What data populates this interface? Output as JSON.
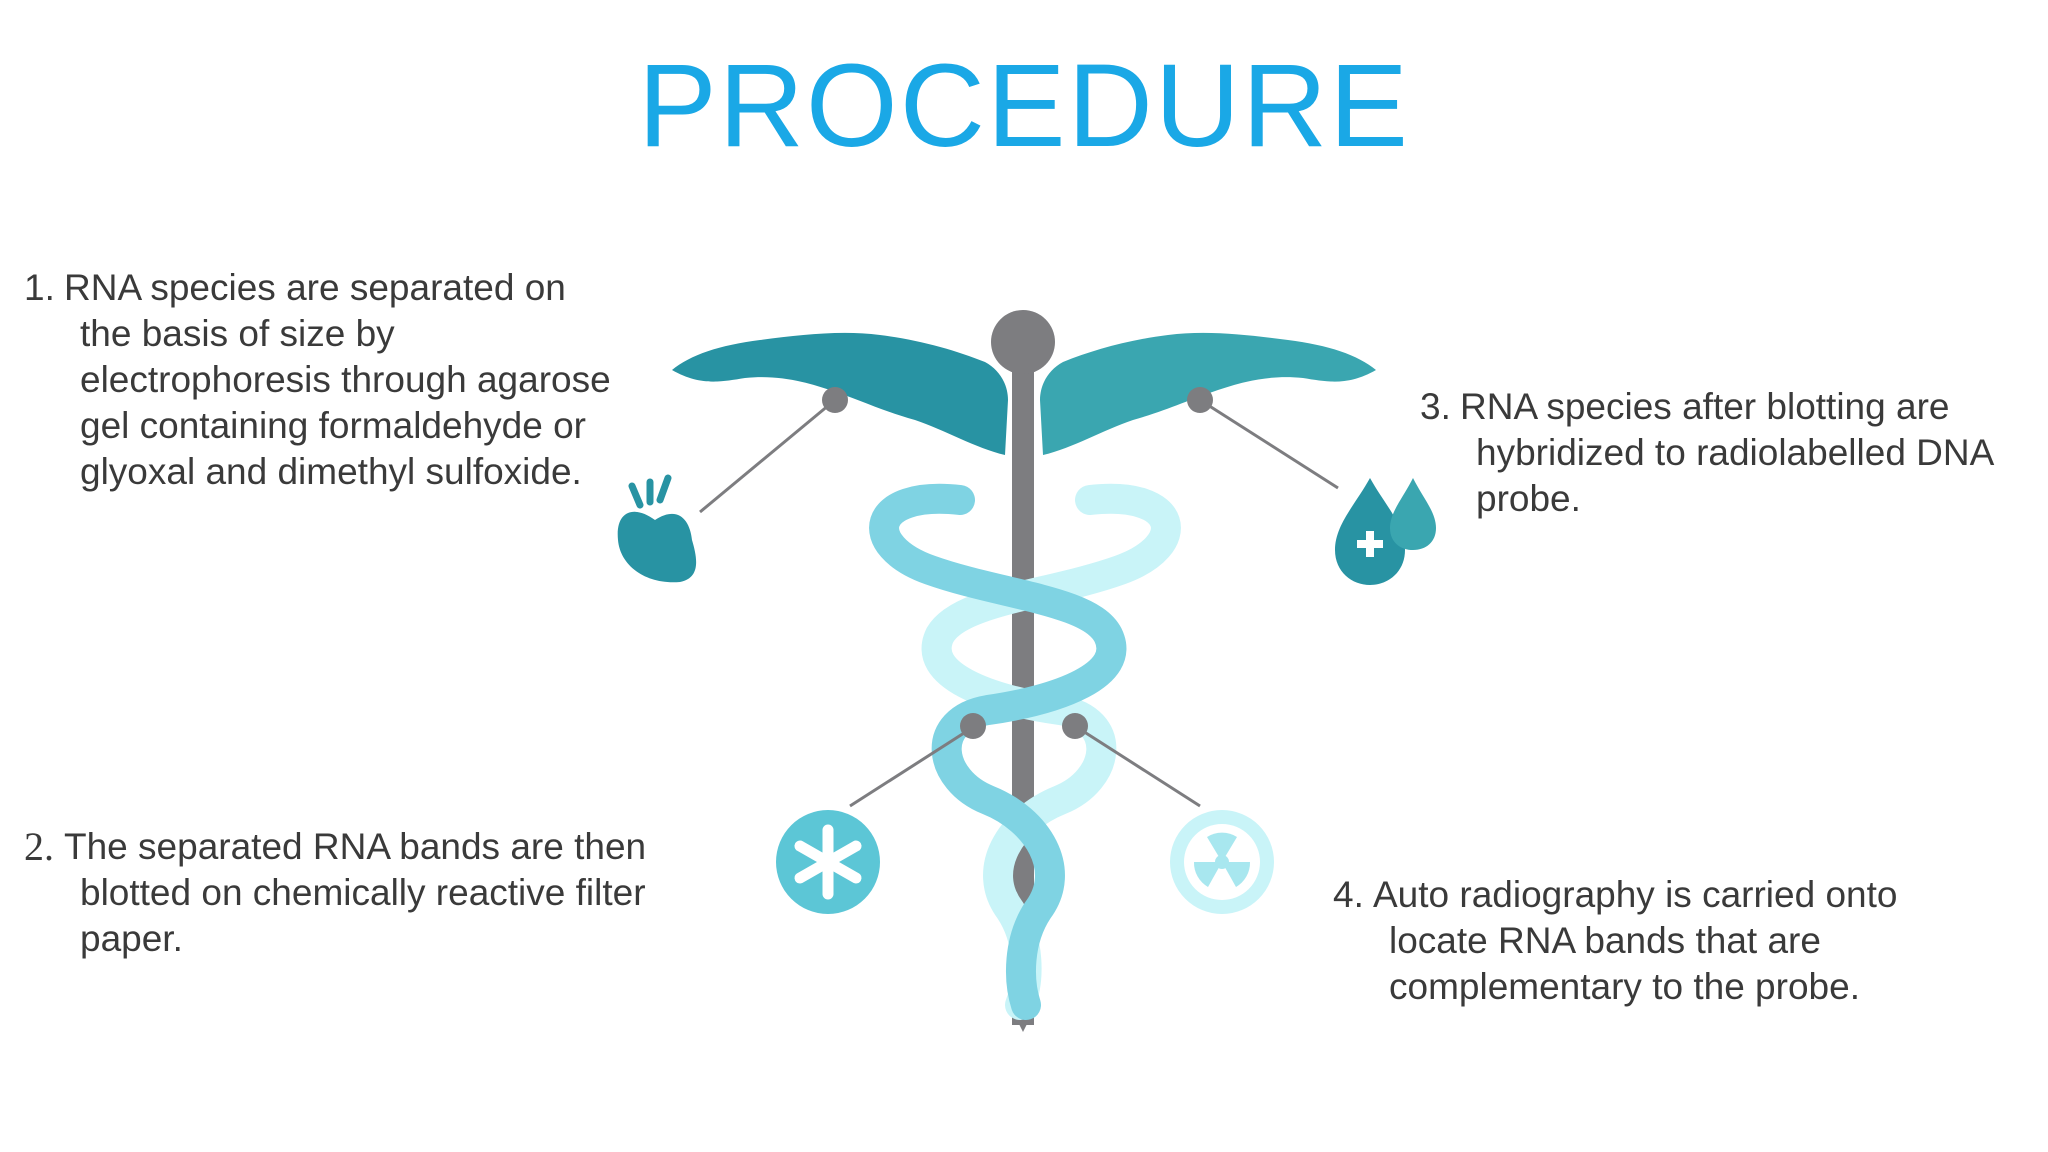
{
  "title": "PROCEDURE",
  "steps": [
    {
      "num": "1.",
      "text": "RNA species are separated on the basis of size by electrophoresis through agarose gel containing formaldehyde or glyoxal and dimethyl sulfoxide."
    },
    {
      "num": "2.",
      "text": "The separated RNA bands are then blotted on  chemically reactive filter paper."
    },
    {
      "num": "3.",
      "text": "RNA species after blotting are hybridized to radiolabelled  DNA probe."
    },
    {
      "num": "4.",
      "text": "Auto radiography is carried onto locate RNA bands that  are complementary to the probe."
    }
  ],
  "icons": [
    "heart-icon",
    "blood-drop-icon",
    "asterisk-icon",
    "radiation-icon",
    "caduceus-icon"
  ],
  "colors": {
    "title": "#1aa8e6",
    "text": "#3a3a3a",
    "wing_left": "#2893a3",
    "wing_right": "#3aa6b0",
    "staff": "#7d7d80",
    "snake_dark": "#7fd3e3",
    "snake_light": "#c9f4f8",
    "connector": "#7d7d80"
  }
}
